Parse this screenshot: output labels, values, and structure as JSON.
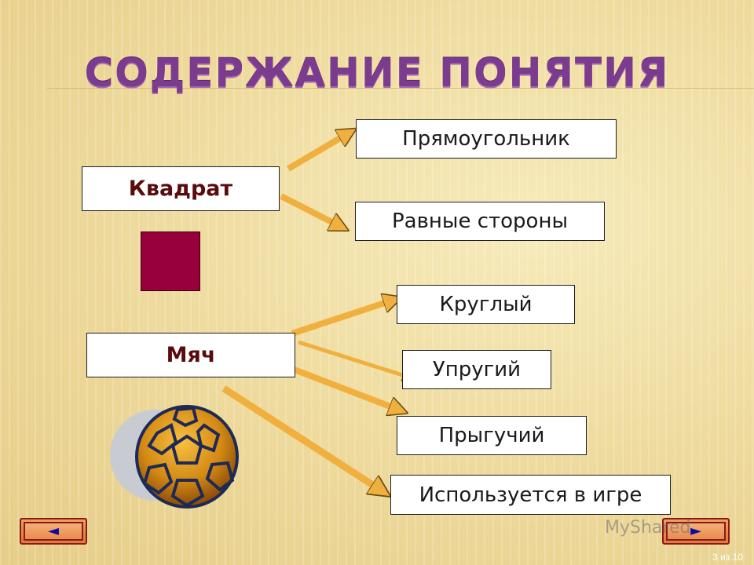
{
  "slide": {
    "title": "СОДЕРЖАНИЕ ПОНЯТИЯ",
    "concepts": [
      {
        "label": "Квадрат",
        "features": [
          "Прямоугольник",
          "Равные стороны"
        ]
      },
      {
        "label": "Мяч",
        "features": [
          "Круглый",
          "Упругий",
          "Прыгучий",
          "Используется в игре"
        ]
      }
    ],
    "square_color": "#97003a",
    "arrow_color": "#f0b040",
    "title_color": "#7b3b8f"
  },
  "navigation": {
    "prev_icon": "◄",
    "next_icon": "►"
  },
  "watermark": "MyShared",
  "pager": "3 из 10"
}
